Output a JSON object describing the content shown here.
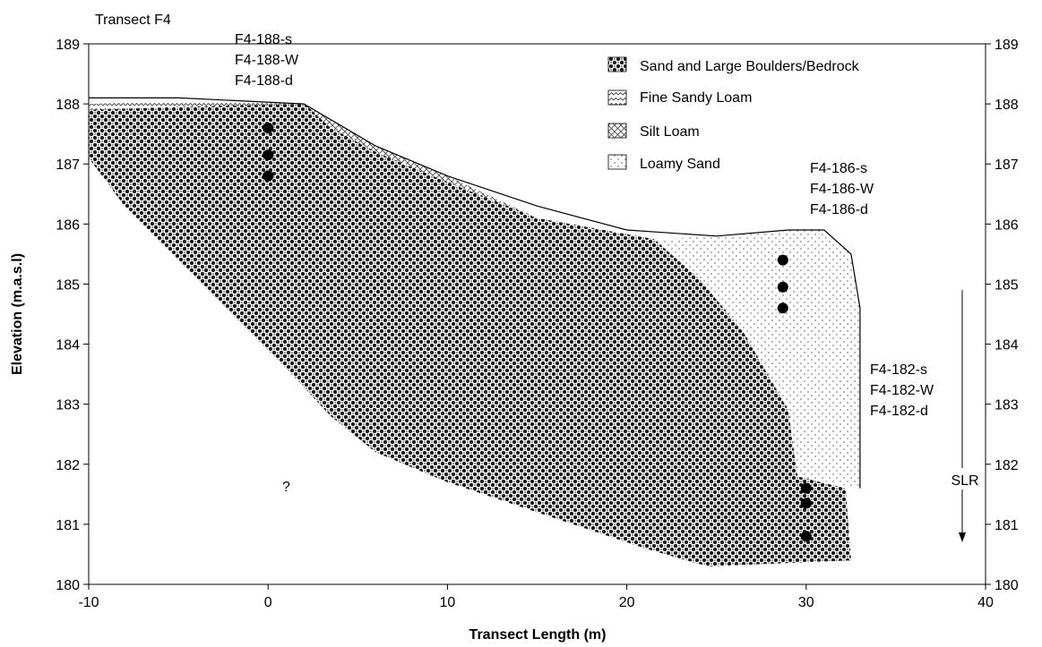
{
  "title": "Transect F4",
  "xlabel": "Transect Length (m)",
  "ylabel": "Elevation (m.a.s.l)",
  "x_ticks": [
    "-10",
    "0",
    "10",
    "20",
    "30",
    "40"
  ],
  "y_ticks": [
    "180",
    "181",
    "182",
    "183",
    "184",
    "185",
    "186",
    "187",
    "188",
    "189"
  ],
  "legend": [
    {
      "label": "Sand and Large Boulders/Bedrock",
      "pattern": "checker"
    },
    {
      "label": "Fine Sandy Loam",
      "pattern": "wavy"
    },
    {
      "label": "Silt Loam",
      "pattern": "crosshatch"
    },
    {
      "label": "Loamy Sand",
      "pattern": "dots"
    }
  ],
  "sample_labels": {
    "f188": [
      "F4-188-s",
      "F4-188-W",
      "F4-188-d"
    ],
    "f186": [
      "F4-186-s",
      "F4-186-W",
      "F4-186-d"
    ],
    "f182": [
      "F4-182-s",
      "F4-182-W",
      "F4-182-d"
    ]
  },
  "question_mark": "?",
  "arrow_label": "SLR",
  "chart_data": {
    "type": "cross-section",
    "xlim": [
      -10,
      40
    ],
    "ylim": [
      180,
      189
    ],
    "surface_profile": [
      [
        -10,
        188.1
      ],
      [
        -5,
        188.1
      ],
      [
        2,
        188.0
      ],
      [
        6,
        187.3
      ],
      [
        10,
        186.8
      ],
      [
        15,
        186.3
      ],
      [
        20,
        185.9
      ],
      [
        25,
        185.8
      ],
      [
        29,
        185.9
      ],
      [
        31,
        185.9
      ],
      [
        32.5,
        185.5
      ],
      [
        33,
        184.6
      ],
      [
        33,
        181.6
      ]
    ],
    "sample_points": [
      {
        "group": "F4-188",
        "x": 0,
        "y": [
          187.6,
          187.15,
          186.8
        ]
      },
      {
        "group": "F4-186",
        "x": 28.7,
        "y": [
          185.4,
          184.95,
          184.6
        ]
      },
      {
        "group": "F4-182",
        "x": 30,
        "y": [
          181.6,
          181.35,
          180.8
        ]
      }
    ],
    "layers": [
      {
        "name": "Sand and Large Boulders/Bedrock",
        "polygon": [
          [
            -10,
            187.1
          ],
          [
            -10,
            188.0
          ],
          [
            2,
            188.0
          ],
          [
            6,
            187.2
          ],
          [
            10,
            186.7
          ],
          [
            15,
            186.1
          ],
          [
            21.5,
            185.75
          ],
          [
            24,
            185.1
          ],
          [
            26.5,
            184.2
          ],
          [
            29,
            182.9
          ],
          [
            29.5,
            181.8
          ],
          [
            32.2,
            181.6
          ],
          [
            32.5,
            180.4
          ],
          [
            24.5,
            180.3
          ],
          [
            21,
            180.6
          ],
          [
            16,
            181.1
          ],
          [
            10,
            181.7
          ],
          [
            6,
            182.2
          ],
          [
            3.5,
            182.8
          ],
          [
            1,
            183.6
          ],
          [
            -2,
            184.5
          ],
          [
            -5,
            185.4
          ],
          [
            -8,
            186.3
          ]
        ]
      },
      {
        "name": "Silt Loam",
        "polygon": [
          [
            2,
            188.0
          ],
          [
            3.5,
            187.6
          ],
          [
            6,
            187.2
          ],
          [
            10,
            186.7
          ],
          [
            15,
            186.1
          ],
          [
            10,
            186.8
          ],
          [
            6,
            187.3
          ]
        ]
      },
      {
        "name": "Fine Sandy Loam",
        "polygon": [
          [
            -10,
            188.0
          ],
          [
            -5,
            188.05
          ],
          [
            2,
            188.0
          ],
          [
            -5,
            187.95
          ],
          [
            -10,
            187.9
          ]
        ]
      },
      {
        "name": "Loamy Sand",
        "polygon": [
          [
            21.5,
            185.75
          ],
          [
            22,
            185.75
          ],
          [
            25,
            185.8
          ],
          [
            29,
            185.9
          ],
          [
            31,
            185.9
          ],
          [
            32.5,
            185.5
          ],
          [
            33,
            184.6
          ],
          [
            33,
            181.6
          ],
          [
            29.5,
            181.8
          ],
          [
            29,
            182.9
          ],
          [
            26.5,
            184.2
          ],
          [
            24,
            185.1
          ]
        ]
      }
    ],
    "slr_arrow": {
      "x": 38.7,
      "y_start": 184.9,
      "y_end": 180.7
    }
  }
}
